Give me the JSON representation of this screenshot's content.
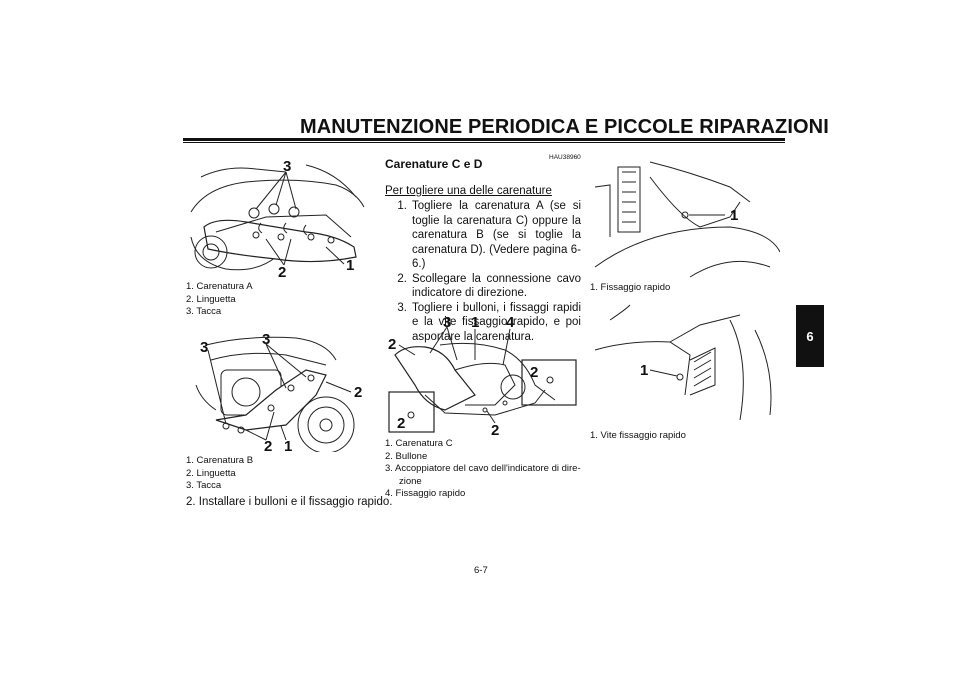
{
  "header": {
    "title": "MANUTENZIONE PERIODICA E PICCOLE RIPARAZIONI"
  },
  "chapter_tab": "6",
  "figure1": {
    "callouts": [
      "3",
      "2",
      "1"
    ],
    "legend": [
      "1. Carenatura A",
      "2. Linguetta",
      "3. Tacca"
    ]
  },
  "figure2": {
    "callouts": [
      "3",
      "3",
      "2",
      "2",
      "1"
    ],
    "legend": [
      "1. Carenatura B",
      "2. Linguetta",
      "3. Tacca"
    ]
  },
  "left_step": "2. Installare i bulloni e il fissaggio rapido.",
  "section": {
    "code": "HAU38960",
    "title": "Carenature C e D",
    "subtitle": "Per togliere una delle carenature",
    "steps": [
      {
        "num": "1.",
        "text": "Togliere la carenatura A (se si toglie la carenatura C) oppure la carenatura B (se si toglie la carenatura D). (Vedere pagina 6-6.)"
      },
      {
        "num": "2.",
        "text": "Scollegare la connessione cavo indicatore di direzione."
      },
      {
        "num": "3.",
        "text": "Togliere i bulloni, i fissaggi rapidi e la vite fissaggio rapido, e poi asportare la carenatura."
      }
    ]
  },
  "figure3": {
    "callouts": [
      "3",
      "1",
      "4",
      "2",
      "2",
      "2",
      "2"
    ],
    "legend": [
      "1. Carenatura C",
      "2. Bullone",
      "3. Accoppiatore del cavo dell'indicatore di dire-",
      "zione",
      "4. Fissaggio rapido"
    ]
  },
  "figure4": {
    "callouts": [
      "1"
    ],
    "legend": [
      "1. Fissaggio rapido"
    ]
  },
  "figure5": {
    "callouts": [
      "1"
    ],
    "legend": [
      "1. Vite fissaggio rapido"
    ]
  },
  "page_number": "6-7"
}
